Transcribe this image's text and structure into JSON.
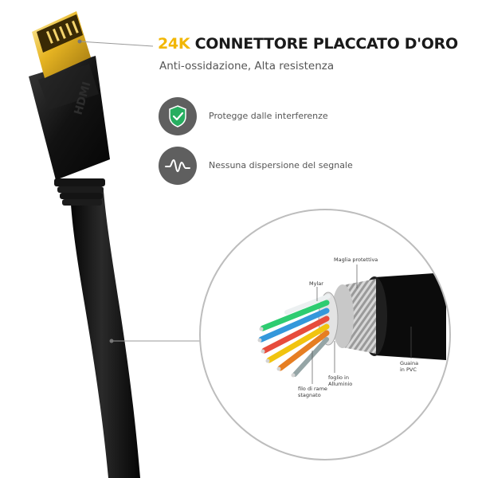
{
  "headline": {
    "accent": "24K",
    "text": " CONNETTORE PLACCATO D'ORO"
  },
  "subhead": "Anti-ossidazione, Alta resistenza",
  "features": [
    {
      "icon": "shield-check-icon",
      "label": "Protegge dalle interferenze"
    },
    {
      "icon": "signal-wave-icon",
      "label": "Nessuna dispersione del segnale"
    }
  ],
  "connector_logo": "HDMI",
  "callouts": {
    "braid": "Maglia protettiva",
    "mylar": "Mylar",
    "jacket_line1": "Guaina",
    "jacket_line2": "in PVC",
    "foil_line1": "foglio in",
    "foil_line2": "Alluminio",
    "copper_line1": "filo di rame",
    "copper_line2": "stagnato"
  },
  "colors": {
    "gold": "#e6b422",
    "accent": "#f2b705",
    "icon_bg": "#5f5f5f",
    "shield": "#27ae60",
    "cable": "#0e0e0e"
  }
}
